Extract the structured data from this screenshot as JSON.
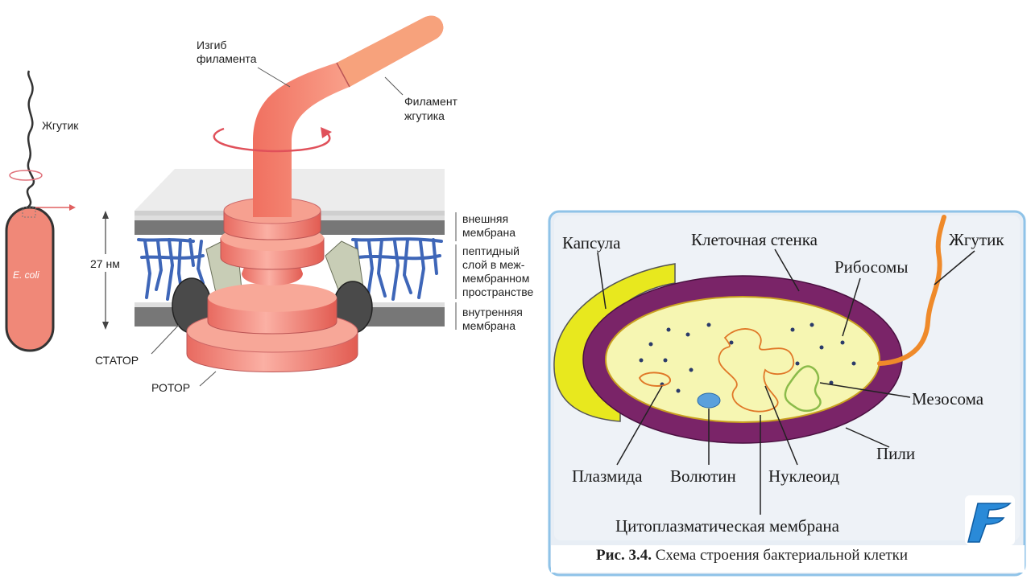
{
  "motor": {
    "flagellum_label": "Жгутик",
    "ecoli_label": "E. coli",
    "bend_label_1": "Изгиб",
    "bend_label_2": "филамента",
    "filament_label_1": "Филамент",
    "filament_label_2": "жгутика",
    "size_label": "27 нм",
    "outer_membrane_1": "внешняя",
    "outer_membrane_2": "мембрана",
    "peptide_1": "пептидный",
    "peptide_2": "слой в меж-",
    "peptide_3": "мембранном",
    "peptide_4": "пространстве",
    "inner_membrane_1": "внутренняя",
    "inner_membrane_2": "мембрана",
    "stator_label": "СТАТОР",
    "rotor_label": "РОТОР"
  },
  "cell": {
    "capsule": "Капсула",
    "cell_wall": "Клеточная стенка",
    "flagellum": "Жгутик",
    "ribosomes": "Рибосомы",
    "mesosome": "Мезосома",
    "pili": "Пили",
    "plasmid": "Плазмида",
    "volutin": "Волютин",
    "nucleoid": "Нуклеоид",
    "cytoplasmic_membrane": "Цитоплазматическая мембрана",
    "caption_number": "Рис. 3.4.",
    "caption_text": "Схема строения бактериальной клетки"
  },
  "logo_letter": "F",
  "colors": {
    "rotor": "#f08a7a",
    "filament": "#f4836c",
    "peptidoglycan": "#3e66b8",
    "cell_wall": "#7a2468",
    "capsule": "#e8e81e",
    "cytoplasm": "#f6f6b2",
    "flagellum_orange": "#ef8a2a",
    "panel_border": "#8fc3e8"
  }
}
